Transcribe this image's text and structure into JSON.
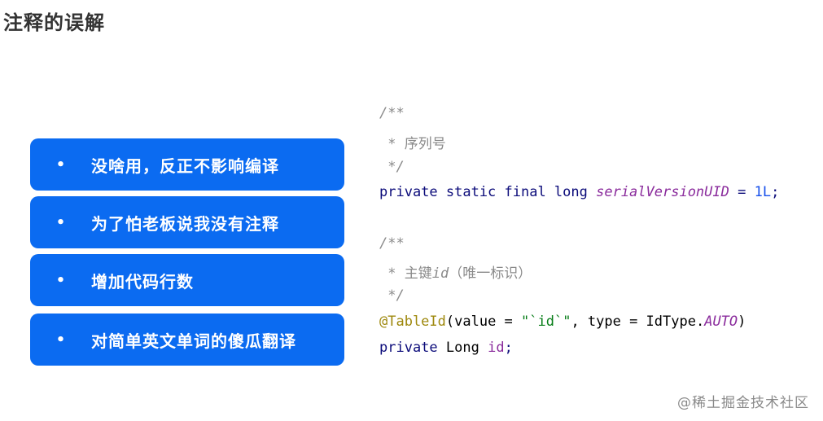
{
  "title": "注释的误解",
  "cards": [
    {
      "bullet": "•",
      "label": "没啥用，反正不影响编译"
    },
    {
      "bullet": "•",
      "label": "为了怕老板说我没有注释"
    },
    {
      "bullet": "•",
      "label": "增加代码行数"
    },
    {
      "bullet": "•",
      "label": "对简单英文单词的傻瓜翻译"
    }
  ],
  "code": {
    "c1_open": "/**",
    "c1_star": " * ",
    "c1_text": "序列号",
    "c1_close": " */",
    "l1_kw": "private static final long ",
    "l1_field": "serialVersionUID",
    "l1_eq": " = ",
    "l1_num": "1L",
    "l1_end": ";",
    "c2_open": "/**",
    "c2_star": " * ",
    "c2_text1": "主键",
    "c2_id": "id",
    "c2_text2": "（唯一标识）",
    "c2_close": " */",
    "ann": "@TableId",
    "ann_p1": "(value = ",
    "ann_str": "\"`id`\"",
    "ann_p2": ", type = IdType.",
    "ann_auto": "AUTO",
    "ann_p3": ")",
    "l2_kw": "private ",
    "l2_type": "Long ",
    "l2_field": "id",
    "l2_end": ";"
  },
  "watermark": "@稀土掘金技术社区",
  "colors": {
    "card_bg": "#0b6bf1",
    "keyword": "#0b0b7a",
    "field": "#8a2b9c",
    "annotation": "#9e880d",
    "string": "#067d17",
    "comment": "#8a8a8a"
  }
}
